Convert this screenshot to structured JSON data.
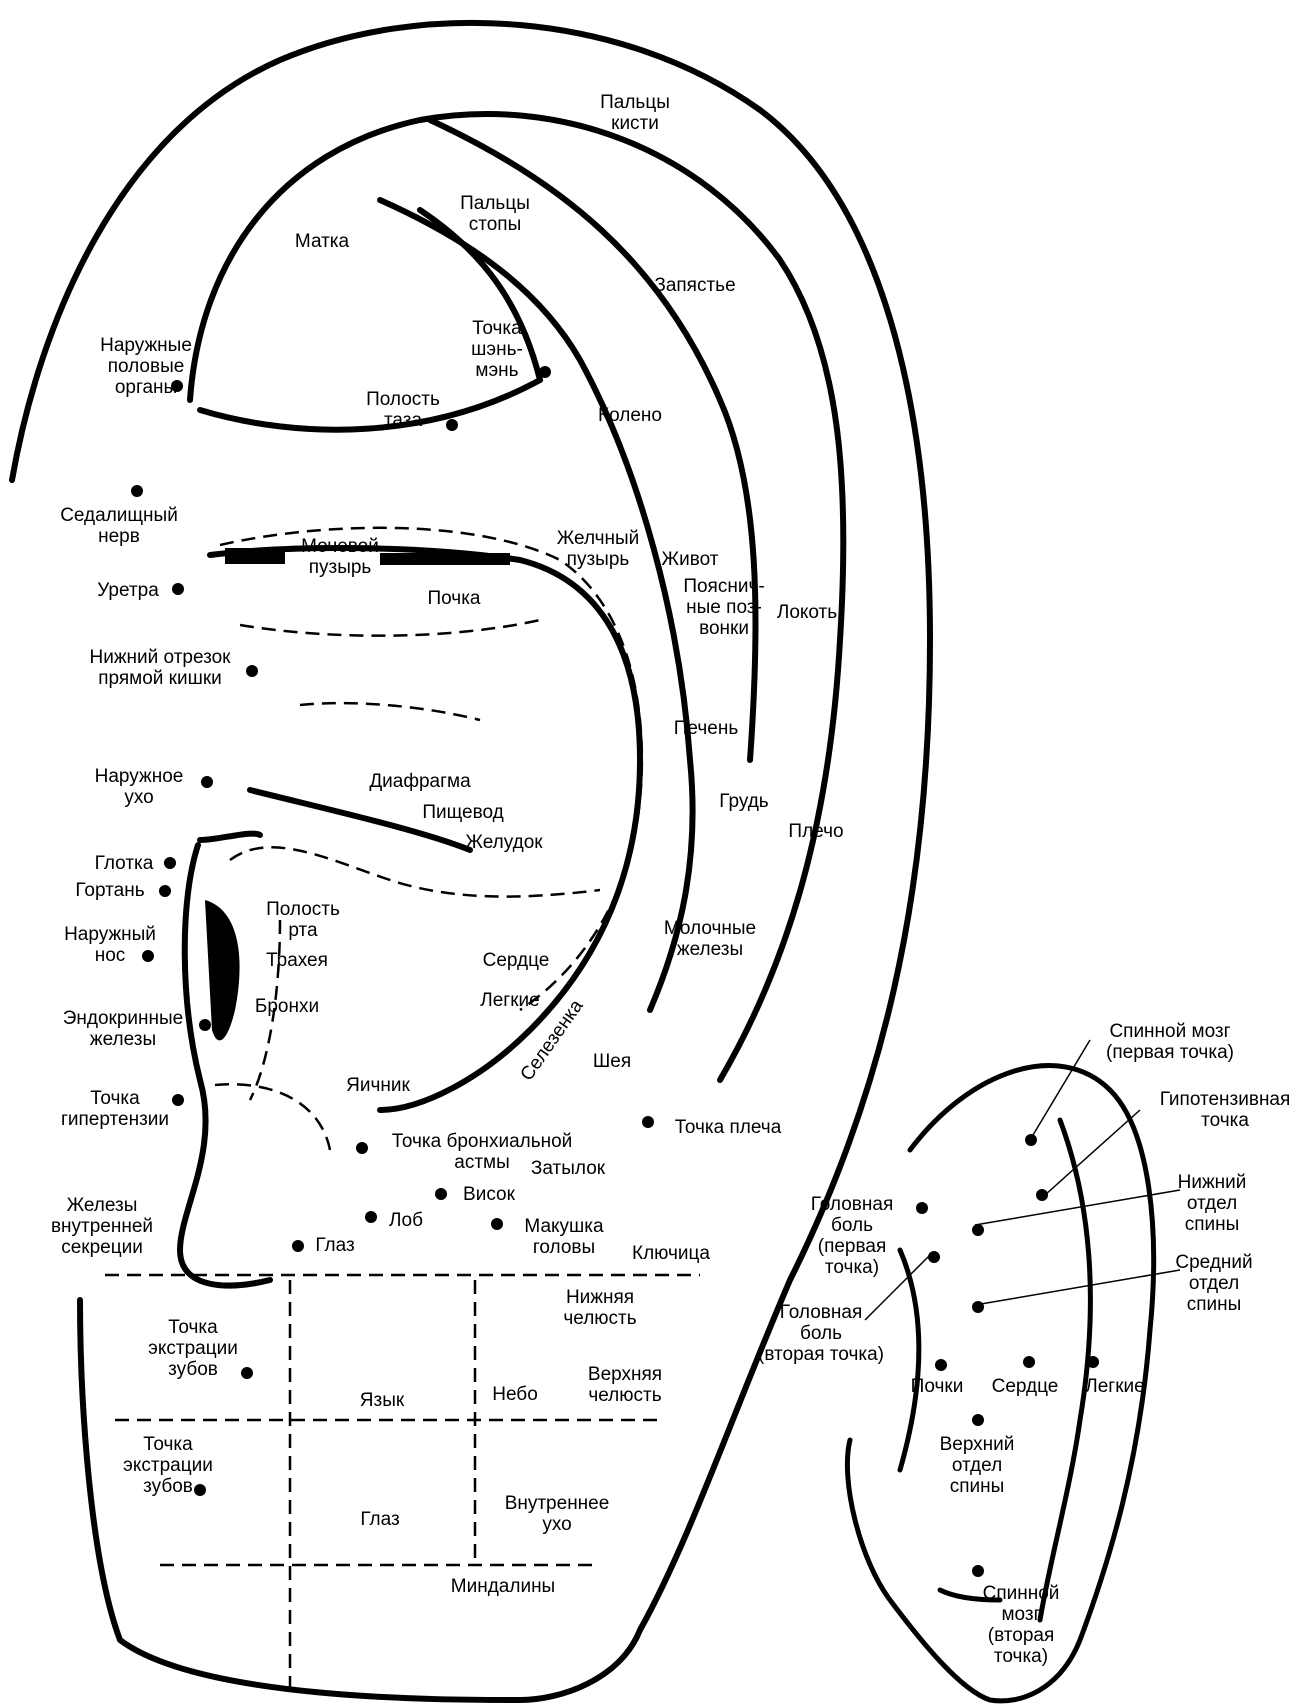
{
  "front_ear": {
    "top": {
      "fingers_hand": "Пальцы\nкисти",
      "toes": "Пальцы\nстопы",
      "wrist": "Запястье",
      "uterus": "Матка",
      "shenmen": "Точка\nшэнь-\nмэнь",
      "pelvic_cavity": "Полость\nтаза",
      "external_genitals": "Наружные\nполовые\nорганы",
      "knee": "Колено",
      "sciatic": "Седалищный\nнерв",
      "bladder": "Мочевой\nпузырь",
      "gallbladder": "Желчный\nпузырь",
      "abdomen": "Живот",
      "lumbar": "Пояснич-\nные поз-\nвонки",
      "elbow": "Локоть",
      "urethra": "Уретра",
      "kidney": "Почка",
      "rectum": "Нижний отрезок\nпрямой кишки",
      "liver": "Печень",
      "external_ear": "Наружное\nухо",
      "diaphragm": "Диафрагма",
      "esophagus": "Пищевод",
      "chest": "Грудь",
      "shoulder": "Плечо",
      "stomach": "Желудок"
    },
    "middle": {
      "pharynx": "Глотка",
      "larynx": "Гортань",
      "mouth": "Полость\nрта",
      "nose": "Наружный\nнос",
      "trachea": "Трахея",
      "heart": "Сердце",
      "mammary": "Молочные\nжелезы",
      "lungs": "Легкие",
      "endocrine": "Эндокринные\nжелезы",
      "bronchi": "Бронхи",
      "spleen": "Селезенка",
      "neck": "Шея",
      "hypertension": "Точка\nгипертензии",
      "ovary": "Яичник",
      "shoulder_point": "Точка плеча",
      "asthma": "Точка бронхиальной\nастмы",
      "occiput": "Затылок",
      "internal_secretion": "Железы\nвнутренней\nсекреции",
      "temple": "Висок",
      "forehead": "Лоб",
      "crown": "Макушка\nголовы",
      "eye_point": "Глаз",
      "clavicle": "Ключица"
    },
    "lobe": {
      "lower_jaw": "Нижняя\nчелюсть",
      "tooth_extraction_1": "Точка\nэкстрации\nзубов",
      "tongue": "Язык",
      "palate": "Небо",
      "upper_jaw": "Верхняя\nчелюсть",
      "tooth_extraction_2": "Точка\nэкстрации\nзубов",
      "eye": "Глаз",
      "inner_ear": "Внутреннее\nухо",
      "tonsils": "Миндалины"
    }
  },
  "back_ear": {
    "spinal_1": "Спинной мозг\n(первая точка)",
    "hypotensive": "Гипотензивная\nточка",
    "lower_back": "Нижний\nотдел\nспины",
    "headache_1": "Головная\nболь\n(первая\nточка)",
    "middle_back": "Средний\nотдел\nспины",
    "headache_2": "Головная\nболь\n(вторая точка)",
    "kidneys": "Почки",
    "heart": "Сердце",
    "lungs": "Легкие",
    "upper_back": "Верхний\nотдел\nспины",
    "spinal_2": "Спинной\nмозг\n(вторая\nточка)"
  },
  "colors": {
    "ink": "#000000",
    "paper": "#ffffff"
  }
}
